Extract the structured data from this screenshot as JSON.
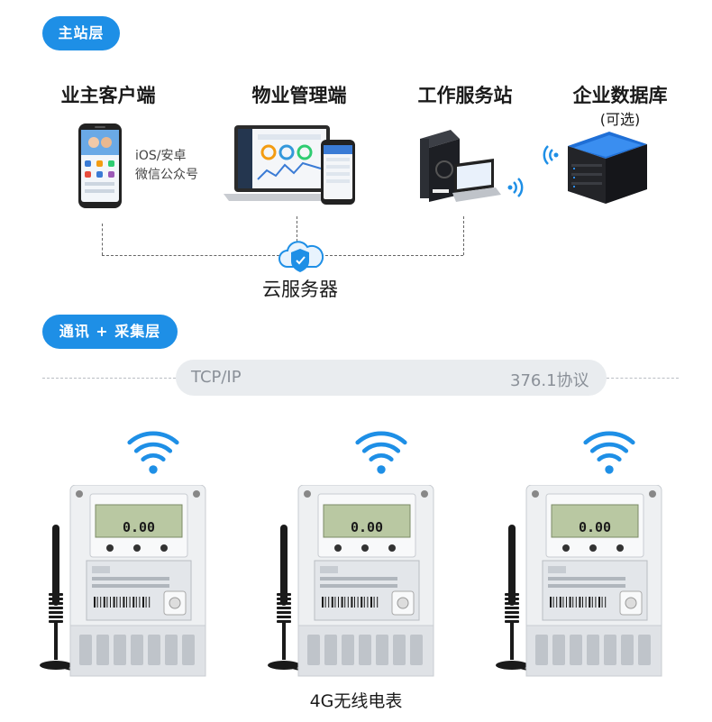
{
  "sections": {
    "top_layer": "主站层",
    "middle_layer": "通讯 + 采集层"
  },
  "nodes": {
    "owner_client": "业主客户端",
    "owner_client_platforms": [
      "iOS/安卓",
      "微信公众号"
    ],
    "property_mgmt": "物业管理端",
    "workstation": "工作服务站",
    "enterprise_db": "企业数据库",
    "enterprise_db_note": "(可选)",
    "cloud_server": "云服务器"
  },
  "protocol_bar": {
    "left": "TCP/IP",
    "right": "376.1协议"
  },
  "meters": {
    "caption": "4G无线电表",
    "count": 3
  },
  "colors": {
    "accent": "#1e8fe6",
    "wifi_blue": "#1e8fe6",
    "bar_bg": "#e9ecef"
  }
}
